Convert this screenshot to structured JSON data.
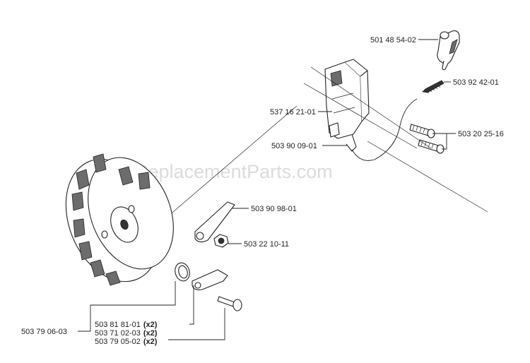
{
  "watermark": "ReplacementParts.com",
  "labels": {
    "spark_plug_cap": "501 48 54-02",
    "spring": "503 92 42-01",
    "ignition_module": "537 16 21-01",
    "module_screws": "503 20 25-16",
    "wire": "503 90 09-01",
    "cable_plate": "503 90 98-01",
    "nut": "503 22 10-11",
    "flywheel": "503 79 06-03",
    "washer": "503 81 81-01",
    "pawl": "503 71 02-03",
    "pin": "503 79 05-02"
  },
  "quantities": {
    "washer": "(x2)",
    "pawl": "(x2)",
    "pin": "(x2)"
  }
}
